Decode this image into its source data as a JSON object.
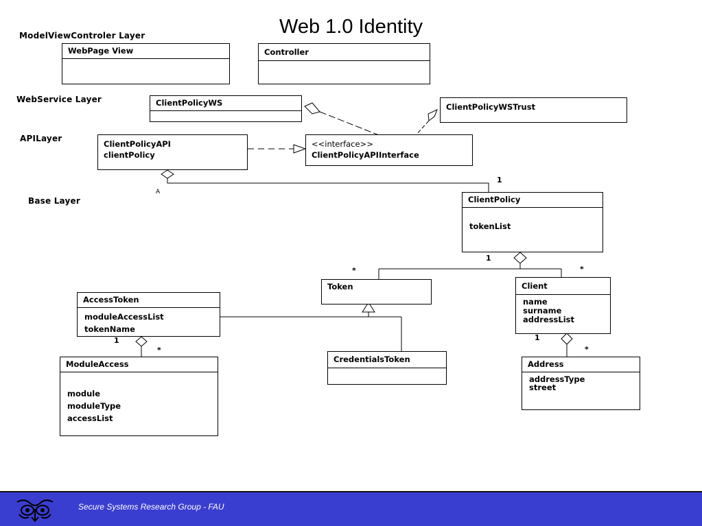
{
  "title": "Web 1.0 Identity",
  "layers": {
    "mvc": "ModelViewControler Layer",
    "webservice": "WebService Layer",
    "api": "APILayer",
    "base": "Base Layer"
  },
  "classes": {
    "webpage_view": {
      "name": "WebPage View"
    },
    "controller": {
      "name": "Controller"
    },
    "client_policy_ws": {
      "name": "ClientPolicyWS"
    },
    "client_policy_ws_trust": {
      "name": "ClientPolicyWSTrust"
    },
    "client_policy_api": {
      "name": "ClientPolicyAPI",
      "attr": "clientPolicy"
    },
    "api_interface": {
      "stereotype": "<<interface>>",
      "name": "ClientPolicyAPIInterface"
    },
    "client_policy": {
      "name": "ClientPolicy",
      "attrs": [
        "tokenList"
      ]
    },
    "token": {
      "name": "Token"
    },
    "client": {
      "name": "Client",
      "attrs": [
        "name",
        "surname",
        "addressList"
      ]
    },
    "access_token": {
      "name": "AccessToken",
      "attrs": [
        "moduleAccessList",
        "tokenName"
      ]
    },
    "credentials_token": {
      "name": "CredentialsToken"
    },
    "module_access": {
      "name": "ModuleAccess",
      "attrs": [
        "module",
        "moduleType",
        "accessList"
      ]
    },
    "address": {
      "name": "Address",
      "attrs": [
        "addressType",
        "street"
      ]
    }
  },
  "multiplicities": {
    "api_to_policy": "1",
    "policy_one": "1",
    "token_many": "*",
    "client_many": "*",
    "access_one": "1",
    "access_many": "*",
    "client_one": "1",
    "address_many": "*"
  },
  "footer": {
    "text": "Secure Systems Research Group - FAU",
    "background": "#3a3ed0"
  }
}
